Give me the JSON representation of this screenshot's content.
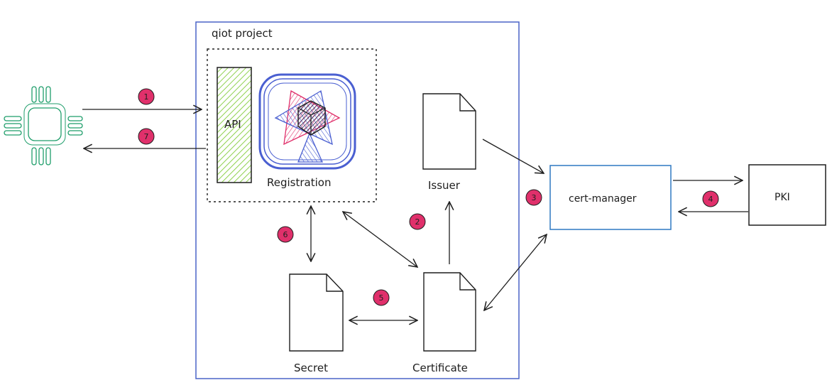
{
  "project_label": "qiot project",
  "api_label": "API",
  "registration_label": "Registration",
  "issuer_label": "Issuer",
  "secret_label": "Secret",
  "certificate_label": "Certificate",
  "cert_manager_label": "cert-manager",
  "pki_label": "PKI",
  "steps": [
    "1",
    "2",
    "3",
    "4",
    "5",
    "6",
    "7"
  ],
  "colors": {
    "project_border": "#4a63c7",
    "cert_manager_border": "#2f78c2",
    "device": "#1f9e6b",
    "api_fill": "#8fd14f",
    "badge": "#e0306b",
    "logo_blue": "#4a5fd1",
    "logo_red": "#e0306b",
    "stroke": "#1e1e1e"
  },
  "icons": [
    "chip-icon",
    "registration-logo-icon",
    "document-icon"
  ]
}
